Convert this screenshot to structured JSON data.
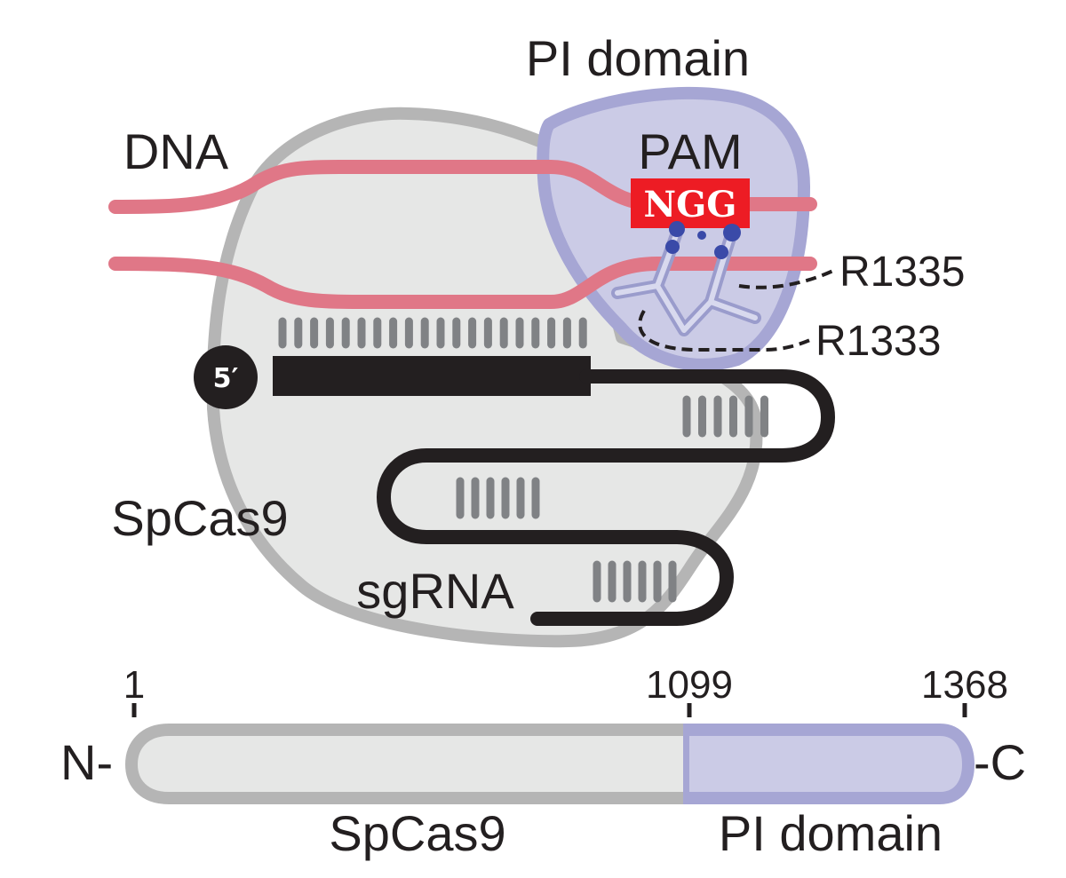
{
  "labels": {
    "pi_domain_top": "PI domain",
    "dna": "DNA",
    "pam": "PAM",
    "pam_sequence": "NGG",
    "residue_1": "R1335",
    "residue_2": "R1333",
    "five_prime": "5′",
    "spcas9": "SpCas9",
    "sgrna": "sgRNA"
  },
  "domain_map": {
    "n_terminus": "N-",
    "c_terminus": "-C",
    "positions": [
      "1",
      "1099",
      "1368"
    ],
    "protein_label": "SpCas9",
    "domain_label": "PI domain",
    "domain_start": 1099,
    "domain_end": 1368,
    "protein_length": 1368
  },
  "colors": {
    "protein_fill": "#e6e7e6",
    "protein_stroke": "#b5b5b5",
    "pi_fill": "#cbcbe6",
    "pi_stroke": "#a6a6d4",
    "dna": "#e07787",
    "pam_box": "#ed1c24",
    "rna": "#231f20",
    "basepair": "#808285",
    "residue": "#3a4aa8"
  },
  "basepair_counts": {
    "guide_target": 20,
    "hairpin_1": 6,
    "hairpin_2": 6,
    "hairpin_3": 6
  }
}
